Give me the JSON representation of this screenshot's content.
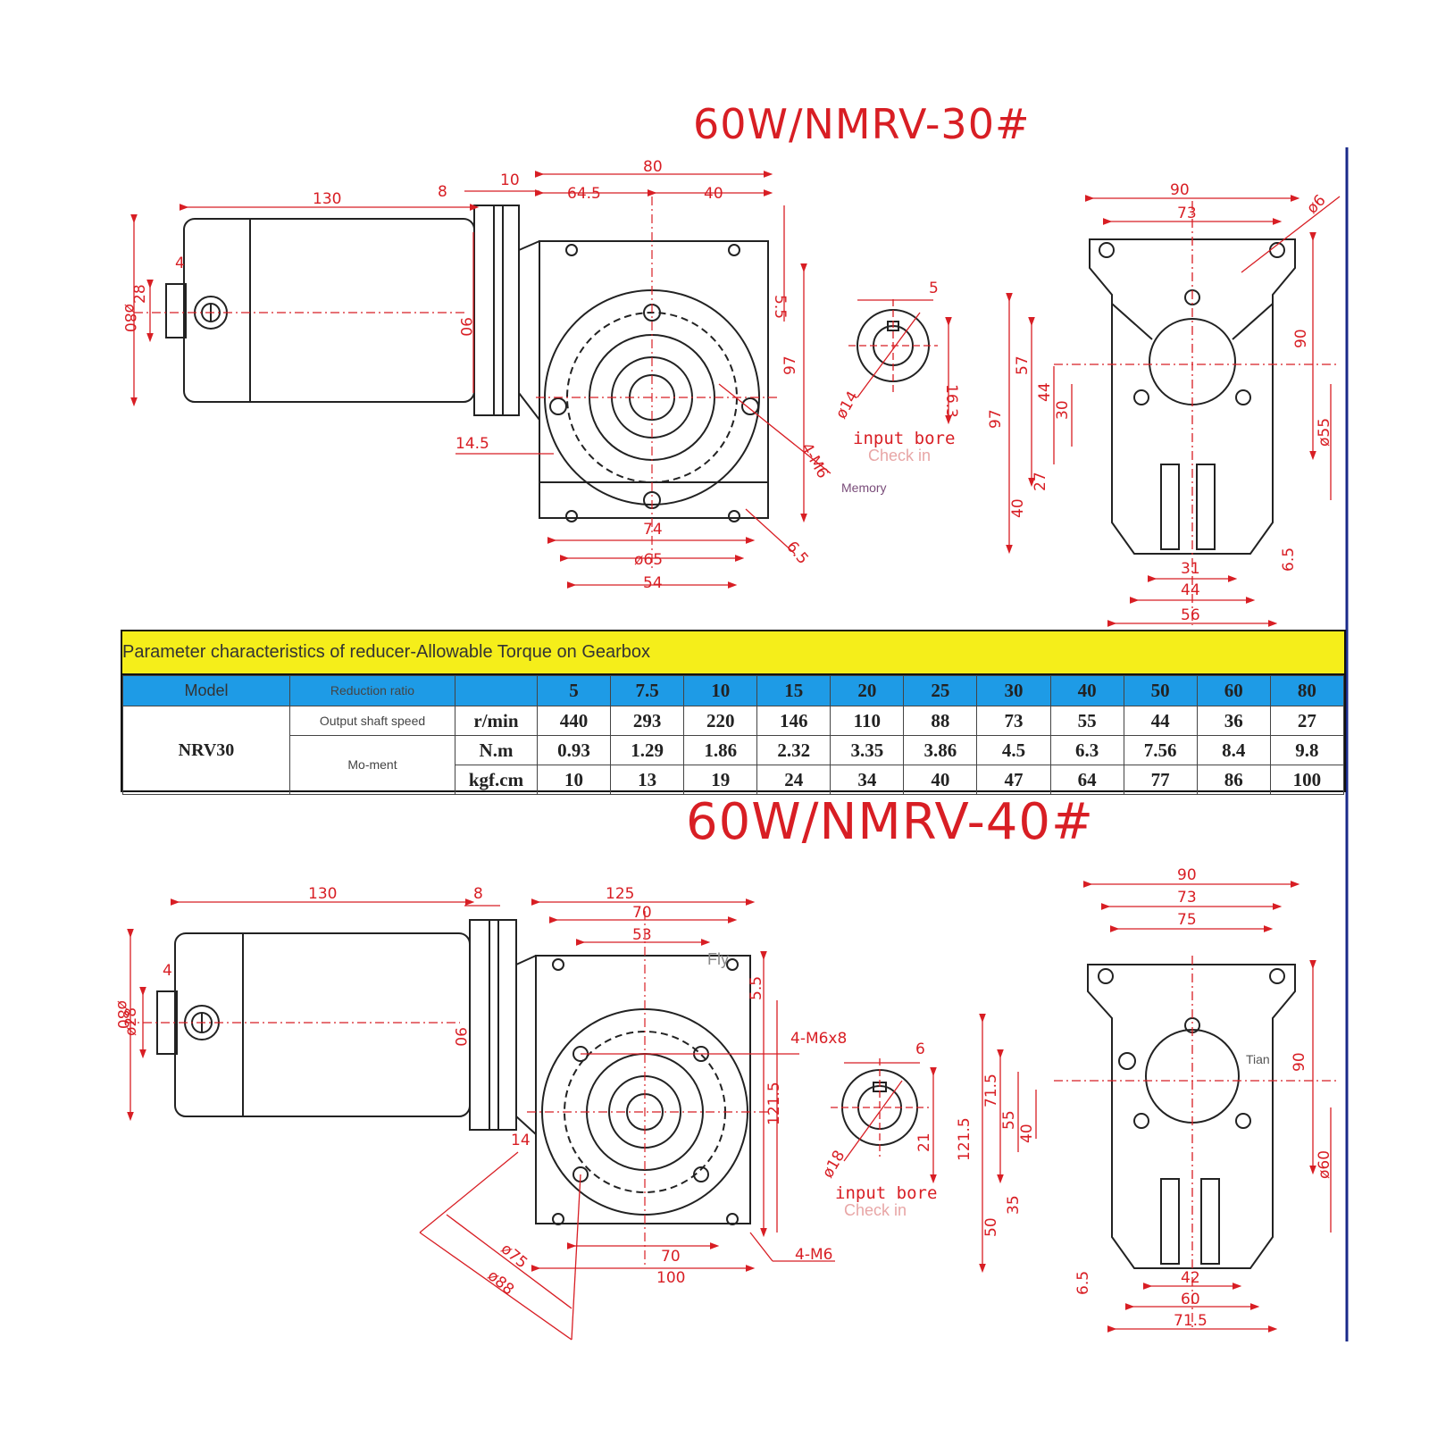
{
  "titles": {
    "top": "60W/NMRV-30#",
    "bottom": "60W/NMRV-40#"
  },
  "table": {
    "heading": "Parameter characteristics of reducer-Allowable Torque on Gearbox",
    "model_label": "Model",
    "ratio_label": "Reduction ratio",
    "ratios": [
      "5",
      "7.5",
      "10",
      "15",
      "20",
      "25",
      "30",
      "40",
      "50",
      "60",
      "80"
    ],
    "model": "NRV30",
    "rows": [
      {
        "label": "Output shaft speed",
        "unit": "r/min",
        "values": [
          "440",
          "293",
          "220",
          "146",
          "110",
          "88",
          "73",
          "55",
          "44",
          "36",
          "27"
        ]
      },
      {
        "label": "Mo-ment",
        "unit": "N.m",
        "values": [
          "0.93",
          "1.29",
          "1.86",
          "2.32",
          "3.35",
          "3.86",
          "4.5",
          "6.3",
          "7.56",
          "8.4",
          "9.8"
        ]
      },
      {
        "label": "",
        "unit": "kgf.cm",
        "values": [
          "10",
          "13",
          "19",
          "24",
          "34",
          "40",
          "47",
          "64",
          "77",
          "86",
          "100"
        ]
      }
    ]
  },
  "top_drawing": {
    "dims": [
      "130",
      "8",
      "10",
      "80",
      "64.5",
      "40",
      "90",
      "5.5",
      "97",
      "14.5",
      "4-M6",
      "74",
      "ø65",
      "54",
      "6.5",
      "ø80",
      "28",
      "4",
      "5",
      "ø14",
      "16.3",
      "90",
      "73",
      "ø6",
      "90",
      "57",
      "44",
      "30",
      "97",
      "27",
      "40",
      "ø55",
      "31",
      "44",
      "56",
      "6.5"
    ],
    "bore_label": "input bore",
    "watermark1": "Check in",
    "watermark2": "Memory"
  },
  "bottom_drawing": {
    "dims": [
      "130",
      "8",
      "125",
      "70",
      "53",
      "90",
      "5.5",
      "121.5",
      "4-M6x8",
      "14",
      "ø75",
      "ø88",
      "70",
      "100",
      "4-M6",
      "ø80",
      "ø28",
      "4",
      "6",
      "ø18",
      "21",
      "90",
      "73",
      "75",
      "90",
      "71.5",
      "55",
      "40",
      "121.5",
      "35",
      "50",
      "ø60",
      "42",
      "60",
      "71.5",
      "6.5"
    ],
    "bore_label": "input bore",
    "watermark1": "Check in",
    "watermark2": "Fly",
    "watermark3": "Tian"
  },
  "colors": {
    "line": "#222222",
    "dim": "#d81e24",
    "highlight": "#f5ee1a",
    "table_blue": "#1e9be6",
    "border": "#1a2a8a"
  }
}
